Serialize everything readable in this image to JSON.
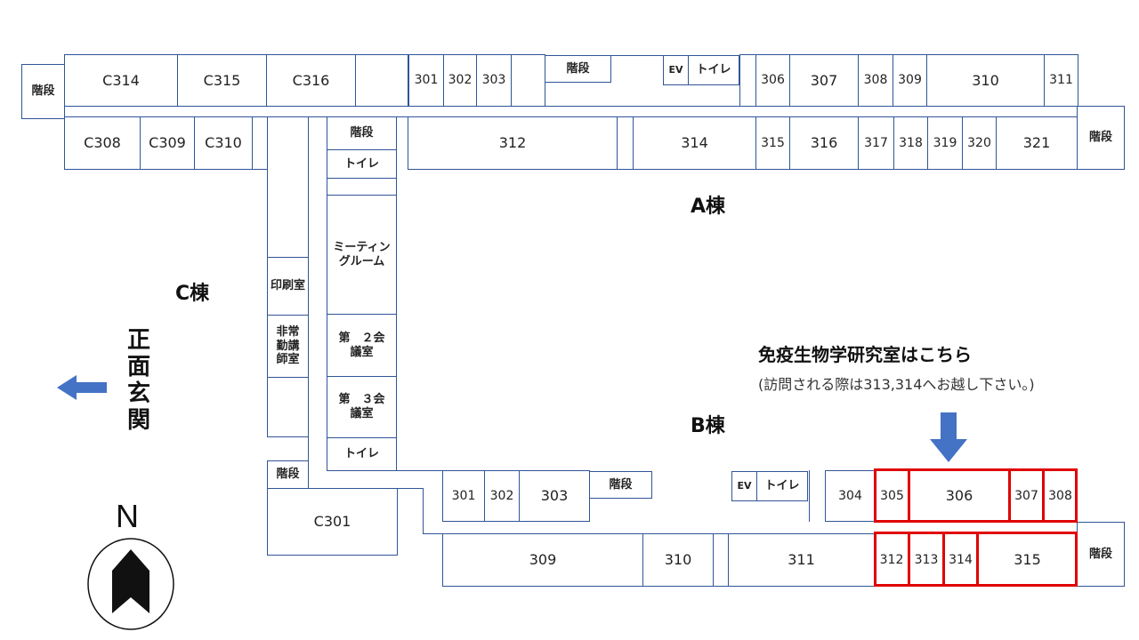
{
  "buildings": {
    "a": "A棟",
    "b": "B棟",
    "c": "C棟"
  },
  "front_entrance": "正面玄関",
  "compass": "N",
  "note": {
    "title": "免疫生物学研究室はこちら",
    "subtitle": "(訪問される際は313,314へお越し下さい。)"
  },
  "rooms": {
    "c_stairs_left": "階段",
    "c314": "C314",
    "c315": "C315",
    "c316": "C316",
    "c308": "C308",
    "c309": "C309",
    "c310": "C310",
    "a301": "301",
    "a302": "302",
    "a303": "303",
    "a_stairs_top": "階段",
    "a_ev": "EV",
    "a_toilet_top": "トイレ",
    "a306": "306",
    "a307": "307",
    "a308": "308",
    "a309": "309",
    "a310": "310",
    "a311": "311",
    "a_stairs_right": "階段",
    "a312": "312",
    "a314": "314",
    "a315": "315",
    "a316": "316",
    "a317": "317",
    "a318": "318",
    "a319": "319",
    "a320": "320",
    "a321": "321",
    "mid_stairs": "階段",
    "mid_toilet": "トイレ",
    "meeting_room": "ミーティングルーム",
    "print_room": "印刷室",
    "part_time_lecturer_room": "非常勤講師室",
    "conf_room_2": "第　２会議室",
    "conf_room_3": "第　３会議室",
    "mid_toilet_bottom": "トイレ",
    "b_stairs_left": "階段",
    "c301": "C301",
    "b301": "301",
    "b302": "302",
    "b303": "303",
    "b_stairs_top": "階段",
    "b_ev": "EV",
    "b_toilet": "トイレ",
    "b304": "304",
    "b305": "305",
    "b306": "306",
    "b307": "307",
    "b308": "308",
    "b309": "309",
    "b310": "310",
    "b311": "311",
    "b312": "312",
    "b313": "313",
    "b314": "314",
    "b315": "315",
    "b_stairs_right": "階段"
  },
  "colors": {
    "wall": "#2f5597",
    "highlight": "#e00000",
    "arrow": "#4472c4"
  }
}
